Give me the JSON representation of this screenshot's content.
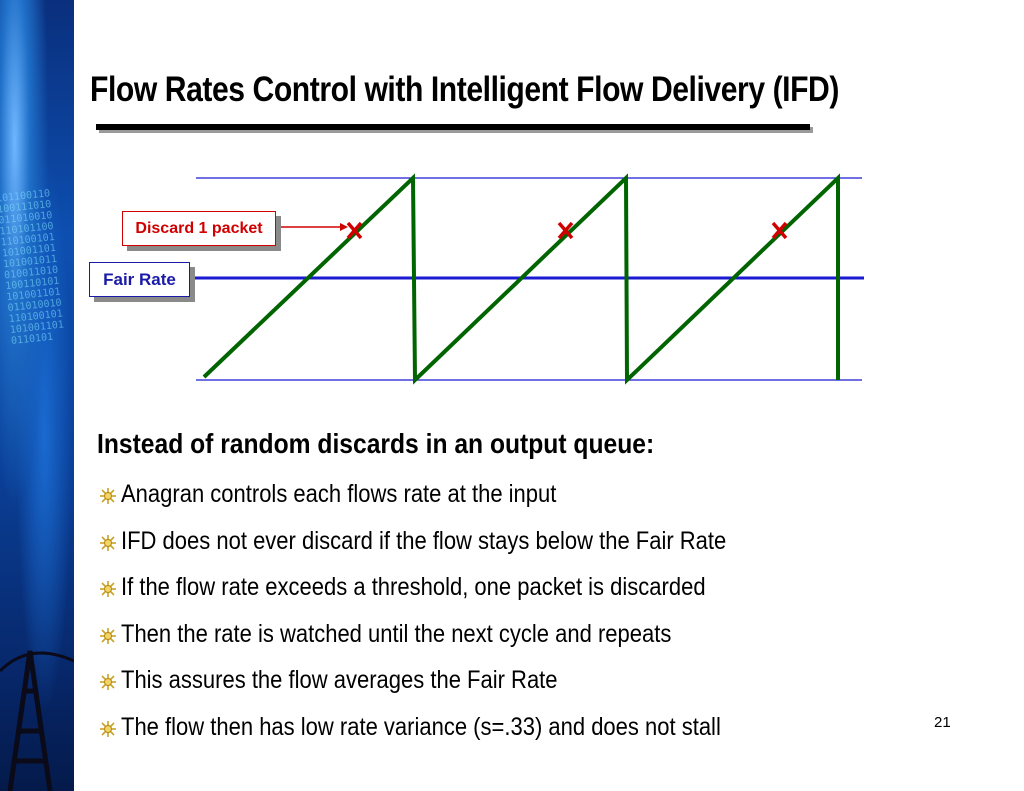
{
  "slide": {
    "title": "Flow Rates Control with Intelligent Flow Delivery (IFD)",
    "page_number": "21"
  },
  "diagram": {
    "discard_label": "Discard 1 packet",
    "fair_rate_label": "Fair Rate",
    "discard_markers": [
      "x",
      "x",
      "x"
    ],
    "colors": {
      "sawtooth": "#006400",
      "fair_rate_line": "#1a1ad0",
      "bound_lines": "#1a1ad0",
      "discard": "#d00000"
    }
  },
  "body": {
    "heading": "Instead of random discards in an output queue:",
    "bullets": [
      "Anagran controls each flows rate at the input",
      "IFD does not ever discard if the flow stays below the Fair Rate",
      "If the flow rate exceeds a threshold, one packet is discarded",
      "Then the rate is watched until the next cycle and repeats",
      "This assures the flow averages the Fair Rate",
      "The flow then has low rate variance (s=.33) and does not stall"
    ],
    "bullet_icon": "sunburst-bullet-icon"
  }
}
